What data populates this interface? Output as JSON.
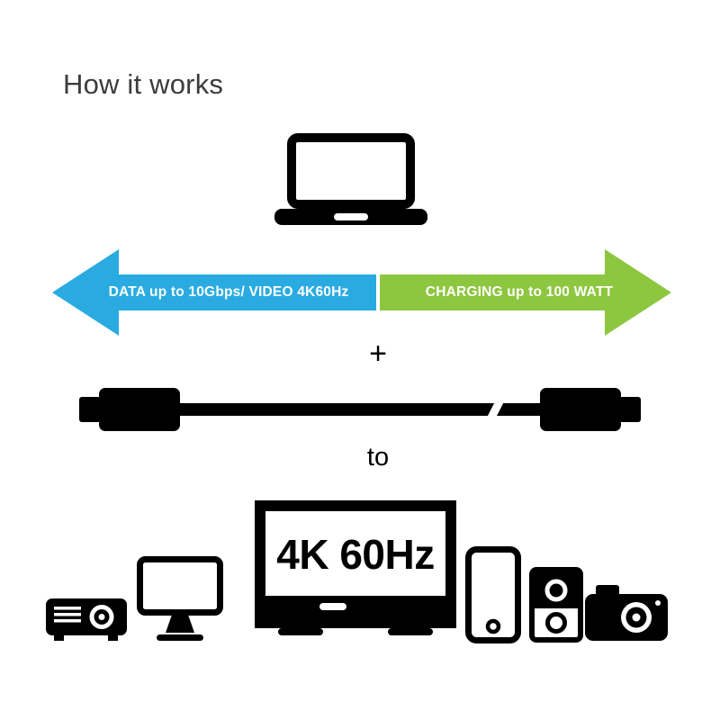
{
  "page": {
    "title": "How it works",
    "background": "#ffffff"
  },
  "colors": {
    "arrow_blue": "#29abe2",
    "arrow_green": "#8dc63f",
    "ink": "#000000",
    "title_ink": "#3c3c3b"
  },
  "arrows": {
    "left": {
      "label": "DATA up to 10Gbps/ VIDEO 4K60Hz",
      "direction": "left",
      "color": "#29abe2"
    },
    "right": {
      "label": "CHARGING up to 100 WATT",
      "direction": "right",
      "color": "#8dc63f"
    }
  },
  "symbols": {
    "plus": "+",
    "to": "to"
  },
  "tv": {
    "resolution": "4K 60Hz"
  },
  "devices": [
    {
      "name": "laptop-icon"
    },
    {
      "name": "usb-c-cable-icon"
    },
    {
      "name": "projector-icon"
    },
    {
      "name": "monitor-icon"
    },
    {
      "name": "tv-icon"
    },
    {
      "name": "smartphone-icon"
    },
    {
      "name": "external-drive-icon"
    },
    {
      "name": "camera-icon"
    }
  ]
}
